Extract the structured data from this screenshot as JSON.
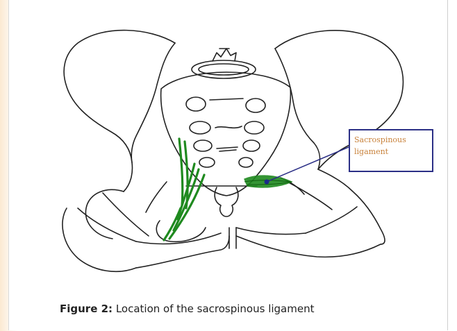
{
  "callout": {
    "label": "Sacrospinous\nligament"
  },
  "caption": {
    "figure_label": "Figure 2:",
    "text": "Location of the sacrospinous ligament"
  },
  "colors": {
    "outline": "#222222",
    "ligament": "#1f8a1f",
    "callout_border": "#2b2f86",
    "callout_text": "#c8813a",
    "pointer_dot": "#1b2a8a"
  }
}
